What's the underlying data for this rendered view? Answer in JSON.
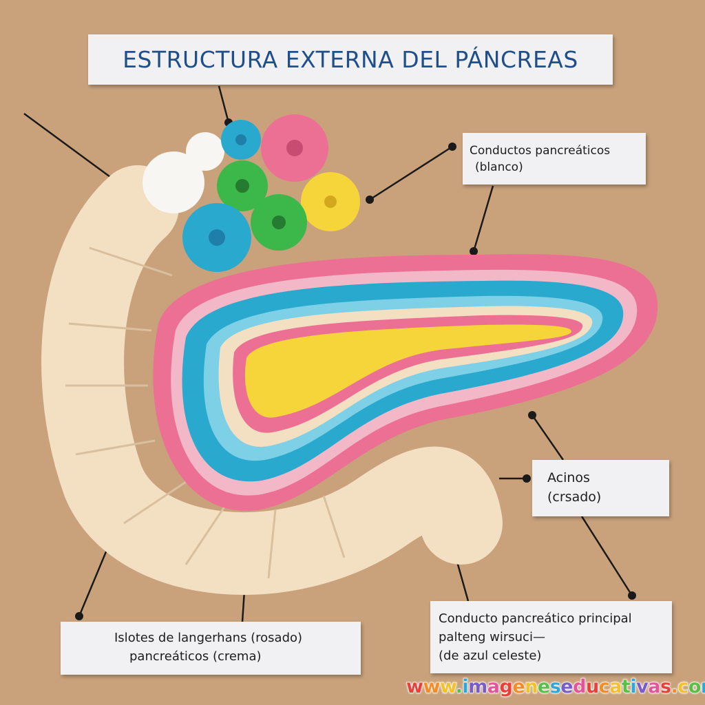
{
  "title": "ESTRUCTURA EXTERNA DEL PÁNCREAS",
  "labels": {
    "conductos": {
      "line1": "Conductos pancreáticos",
      "line2": "(blanco)"
    },
    "acinos": {
      "line1": "Acinos",
      "line2": "(crsado)"
    },
    "conducto_principal": {
      "line1": "Conducto pancreático principal",
      "line2": "palteng wirsuci—",
      "line3": "(de azul celeste)"
    },
    "islotes": {
      "line1": "Islotes de langerhans  (rosado)",
      "line2": "pancreáticos (crema)"
    }
  },
  "watermark": "www.imageneseducativas.com",
  "colors": {
    "background": "#c9a27c",
    "cream": "#f3dfc2",
    "pink": "#ec6f94",
    "blue": "#2aa9cf",
    "yellow": "#f5d53a",
    "green": "#3cb84a",
    "title": "#1f4f8a"
  }
}
